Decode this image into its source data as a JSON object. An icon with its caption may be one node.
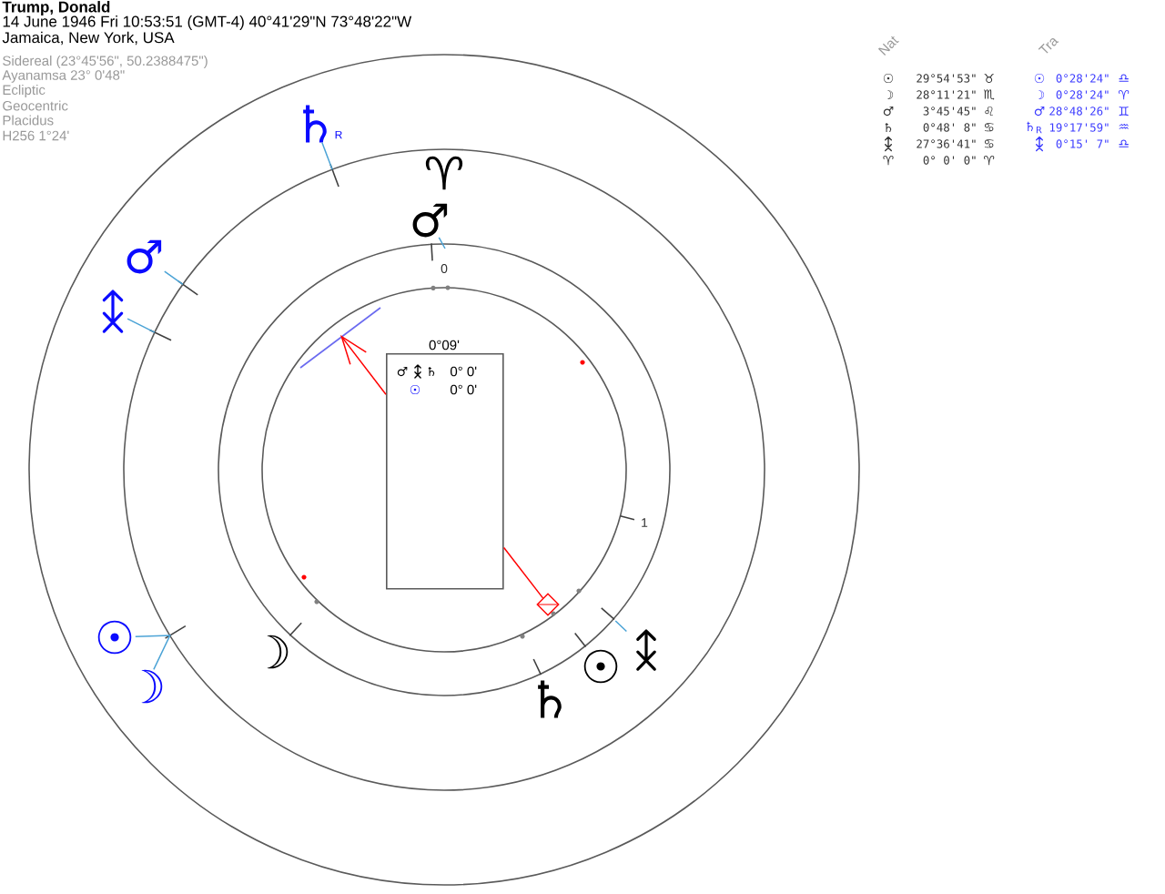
{
  "diagram": {
    "title": "Trump, Donald",
    "nodes": [
      {
        "text": [
          "♄",
          "R"
        ]
      },
      {
        "text": [
          "♂"
        ]
      },
      {
        "text": [
          "♂"
        ]
      },
      {
        "text": [],
        "shape": "picture"
      },
      {
        "text": [
          "0°09'",
          "♂",
          "♄",
          "0° 0'",
          "☉",
          "0° 0'"
        ]
      },
      {
        "text": [
          "☉"
        ]
      },
      {
        "text": [],
        "shape": "diamond"
      },
      {
        "text": [],
        "shape": "picture"
      },
      {
        "text": [
          "☽"
        ]
      }
    ],
    "edges": [
      {
        "from": 4,
        "to": null,
        "arrow": "to",
        "color": "#ff0000"
      },
      {
        "from": 4,
        "to": 6,
        "arrow": "none",
        "color": "#ff0000"
      },
      {
        "from": 0,
        "to": null,
        "arrow": "none"
      },
      {
        "from": 1,
        "to": null,
        "arrow": "none"
      },
      {
        "from": 2,
        "to": null,
        "arrow": "none"
      },
      {
        "from": 3,
        "to": null,
        "arrow": "none"
      },
      {
        "from": 5,
        "to": 8,
        "arrow": "none"
      },
      {
        "from": 7,
        "to": null,
        "arrow": "none"
      }
    ],
    "labels": [
      "14 June 1946 Fri 10:53:51 (GMT-4) 40°41'29\"N 73°48'22\"W",
      "Jamaica, New York, USA",
      "Sidereal (23°45'56\", 50.2388475\")",
      "Ayanamsa 23° 0'48\"",
      "Ecliptic",
      "Geocentric",
      "Placidus",
      "H256 1°24'",
      "Nat",
      "Tra",
      "☉",
      "29°54'53\"",
      "♉",
      "☉",
      "0°28'24\"",
      "♎",
      "☽",
      "28°11'21\"",
      "♏",
      "☽",
      "0°28'24\"",
      "♈",
      "♂",
      "3°45'45\"",
      "♌",
      "♂",
      "28°48'26\"",
      "♊",
      "♄",
      "0°48' 8\"",
      "♋",
      "♄$_{R}$",
      "19°17'59\"",
      "♒",
      "27°36'41\"",
      "♋",
      "0°15' 7\"",
      "♎",
      "♈",
      "0° 0' 0\"",
      "♈",
      "♈",
      "0",
      "1",
      "☽",
      "☉",
      "♄"
    ]
  }
}
